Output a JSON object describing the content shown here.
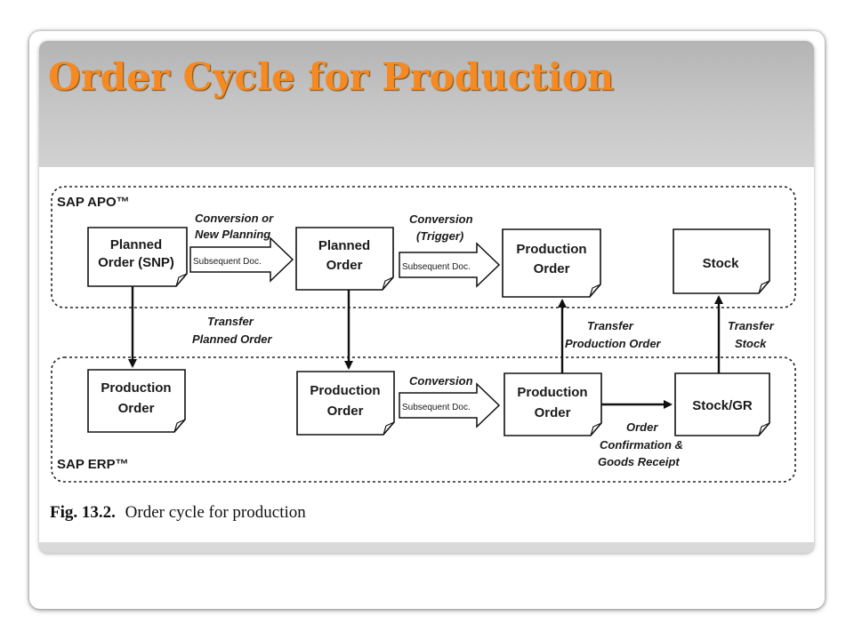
{
  "slide": {
    "title": "Order Cycle for Production"
  },
  "figure": {
    "regions": {
      "apo": "SAP APO™",
      "erp": "SAP ERP™"
    },
    "apo_boxes": {
      "planned_snp": [
        "Planned",
        "Order (SNP)"
      ],
      "planned": [
        "Planned",
        "Order"
      ],
      "production": [
        "Production",
        "Order"
      ],
      "stock": [
        "Stock"
      ]
    },
    "erp_boxes": {
      "production_1": [
        "Production",
        "Order"
      ],
      "production_2": [
        "Production",
        "Order"
      ],
      "production_3": [
        "Production",
        "Order"
      ],
      "stock_gr": [
        "Stock/GR"
      ]
    },
    "arrow_labels": {
      "conversion_new_planning": [
        "Conversion or",
        "New Planning"
      ],
      "conversion_trigger": [
        "Conversion",
        "(Trigger)"
      ],
      "conversion_erp": [
        "Conversion"
      ],
      "subsequent_doc": "Subsequent Doc.",
      "transfer_planned_order": [
        "Transfer",
        "Planned Order"
      ],
      "transfer_production_order": [
        "Transfer",
        "Production Order"
      ],
      "transfer_stock": [
        "Transfer",
        "Stock"
      ],
      "order_confirmation": [
        "Order",
        "Confirmation &",
        "Goods Receipt"
      ]
    },
    "caption": {
      "fig_number": "Fig. 13.2.",
      "text": "Order cycle for production"
    }
  }
}
